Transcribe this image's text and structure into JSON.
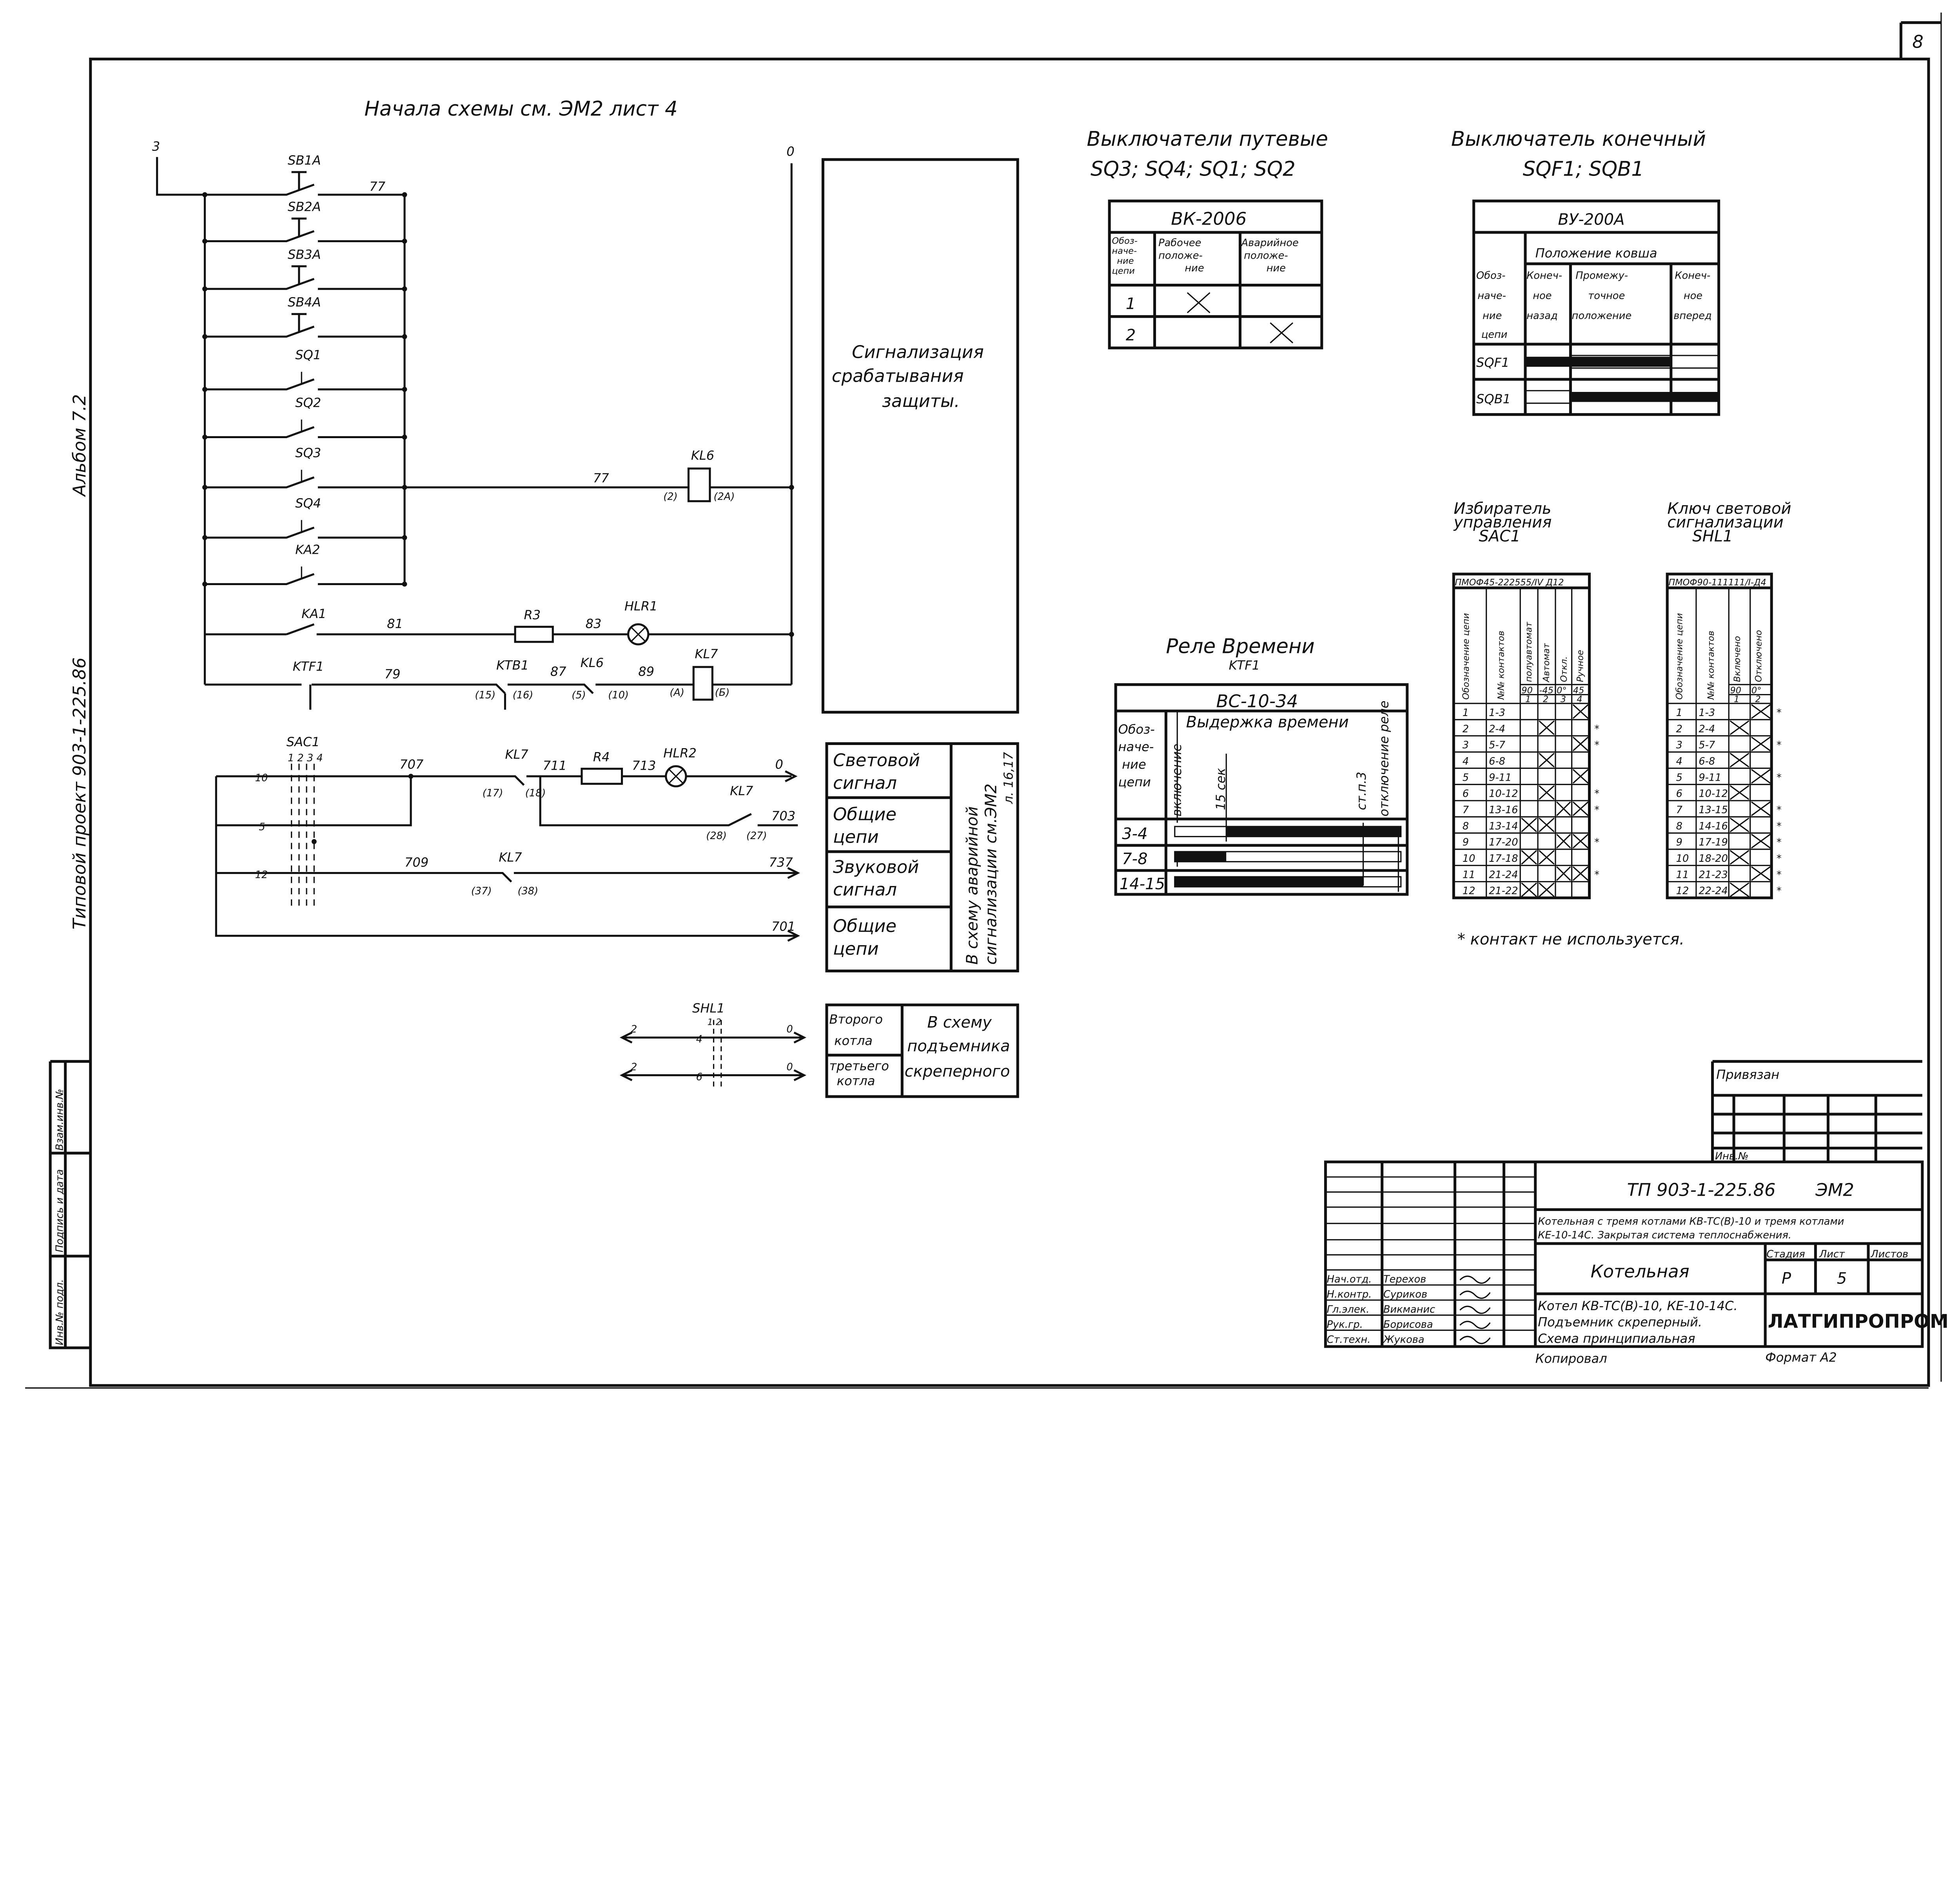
{
  "sheet_number": "8",
  "header_note": "Начала схемы см. ЭМ2 лист 4",
  "side_labels": {
    "album": "Альбом 7.2",
    "project": "Типовой проект 903-1-225.86"
  },
  "left_stamp": [
    "Инв.№ подл.",
    "Подпись и дата",
    "Взам.инв.№"
  ],
  "schematic": {
    "node_in": "3",
    "node_out": "0",
    "wire_77": "77",
    "wire_77b": "77",
    "rungs": [
      "SB1A",
      "SB2A",
      "SB3A",
      "SB4A",
      "SQ1",
      "SQ2",
      "SQ3",
      "SQ4",
      "KA2"
    ],
    "kl6_coil": {
      "label": "KL6",
      "pin_a": "(2)",
      "pin_b": "(2A)"
    },
    "ka1_row": {
      "contact": "KA1",
      "wire1": "81",
      "resistor": "R3",
      "wire2": "83",
      "lamp": "HLR1"
    },
    "ktf1_row": {
      "contact": "KTF1",
      "wire1": "79",
      "ktb1": "KTB1",
      "ktb1_a": "(15)",
      "ktb1_b": "(16)",
      "wire2": "87",
      "kl6": "KL6",
      "kl6_a": "(5)",
      "kl6_b": "(10)",
      "wire3": "89",
      "coil": "KL7",
      "coil_a": "(А)",
      "coil_b": "(Б)"
    },
    "sac1": {
      "label": "SAC1",
      "positions": "1 2 3 4",
      "pin10": "10",
      "pin5": "5",
      "pin12": "12"
    },
    "row10": {
      "wire1": "707",
      "kl7": "KL7",
      "kl7_a": "(17)",
      "kl7_b": "(18)",
      "wire2": "711",
      "resistor": "R4",
      "wire3": "713",
      "lamp": "HLR2",
      "out": "0"
    },
    "row5": {
      "kl7": "KL7",
      "kl7_a": "(28)",
      "kl7_b": "(27)",
      "out": "703"
    },
    "row12": {
      "wire1": "709",
      "kl7": "KL7",
      "kl7_a": "(37)",
      "kl7_b": "(38)",
      "out": "737"
    },
    "row_common": {
      "out": "701"
    },
    "shl1": {
      "label": "SHL1",
      "positions": "1 2",
      "pin4": "4",
      "pin6": "6",
      "left": "2",
      "right": "0",
      "left2": "2",
      "right2": "0"
    }
  },
  "protection_box": [
    "Сигнализация",
    "срабатывания",
    "защиты."
  ],
  "signal_box": {
    "rows": [
      [
        "Световой",
        "сигнал"
      ],
      [
        "Общие",
        "цепи"
      ],
      [
        "Звуковой",
        "сигнал"
      ],
      [
        "Общие",
        "цепи"
      ]
    ],
    "side": [
      "В схему аварийной",
      "сигнализации см.ЭМ2",
      "л. 16,17"
    ]
  },
  "boiler_box": {
    "rows": [
      [
        "Второго",
        "котла"
      ],
      [
        "третьего",
        "котла"
      ]
    ],
    "side": [
      "В схему",
      "подъемника",
      "скреперного"
    ]
  },
  "limit_switches": {
    "title": [
      "Выключатели путевые",
      "SQ3; SQ4; SQ1; SQ2"
    ],
    "model": "ВК-2006",
    "headers": [
      [
        "Обоз-",
        "наче-",
        "ние",
        "цепи"
      ],
      [
        "Рабочее",
        "положе-",
        "ние"
      ],
      [
        "Аварийное",
        "положе-",
        "ние"
      ]
    ],
    "rows": [
      {
        "id": "1",
        "marks": [
          true,
          false
        ]
      },
      {
        "id": "2",
        "marks": [
          false,
          true
        ]
      }
    ]
  },
  "end_switches": {
    "title": [
      "Выключатель конечный",
      "SQF1; SQB1"
    ],
    "model": "ВУ-200А",
    "group": "Положение ковша",
    "headers": [
      [
        "Обоз-",
        "наче-",
        "ние",
        "цепи"
      ],
      [
        "Конеч-",
        "ное",
        "назад"
      ],
      [
        "Промежу-",
        "точное",
        "положение"
      ],
      [
        "Конеч-",
        "ное",
        "вперед"
      ]
    ],
    "rows": [
      {
        "id": "SQF1",
        "closed": [
          true,
          true,
          false
        ]
      },
      {
        "id": "SQB1",
        "closed": [
          false,
          true,
          true
        ]
      }
    ]
  },
  "time_relay": {
    "title": [
      "Реле Времени",
      "KTF1"
    ],
    "model": "ВС-10-34",
    "col_header": [
      "Обоз-",
      "наче-",
      "ние",
      "цепи"
    ],
    "time_header": "Выдержка времени",
    "marks": [
      "включение",
      "15 сек",
      "ст.п.3",
      "отключение реле"
    ],
    "rows": [
      {
        "id": "3-4",
        "closed_from": "15 сек",
        "closed_to": "отключение реле"
      },
      {
        "id": "7-8",
        "closed_from": "включение",
        "closed_to": "15 сек"
      },
      {
        "id": "14-15",
        "closed_from": "включение",
        "closed_to": "ст.п.3"
      }
    ]
  },
  "sac1_table": {
    "title": [
      "Избиратель",
      "управления",
      "SAC1"
    ],
    "type": "ПМОФ45-222555/IV Д12",
    "headers": [
      "Обозначение цепи",
      "№№ контактов"
    ],
    "positions": [
      {
        "name": "полуавтомат",
        "angle": "90",
        "n": "1"
      },
      {
        "name": "Автомат",
        "angle": "-45",
        "n": "2"
      },
      {
        "name": "Откл.",
        "angle": "0°",
        "n": "3"
      },
      {
        "name": "Ручное",
        "angle": "45",
        "n": "4"
      }
    ],
    "rows": [
      {
        "id": "1",
        "contacts": "1-3",
        "x": [
          4
        ],
        "unused": false
      },
      {
        "id": "2",
        "contacts": "2-4",
        "x": [
          2
        ],
        "unused": true
      },
      {
        "id": "3",
        "contacts": "5-7",
        "x": [
          4
        ],
        "unused": true
      },
      {
        "id": "4",
        "contacts": "6-8",
        "x": [
          2
        ],
        "unused": false
      },
      {
        "id": "5",
        "contacts": "9-11",
        "x": [
          4
        ],
        "unused": false
      },
      {
        "id": "6",
        "contacts": "10-12",
        "x": [
          2
        ],
        "unused": true
      },
      {
        "id": "7",
        "contacts": "13-16",
        "x": [
          3,
          4
        ],
        "unused": true
      },
      {
        "id": "8",
        "contacts": "13-14",
        "x": [
          1,
          2
        ],
        "unused": false
      },
      {
        "id": "9",
        "contacts": "17-20",
        "x": [
          3,
          4
        ],
        "unused": true
      },
      {
        "id": "10",
        "contacts": "17-18",
        "x": [
          1,
          2
        ],
        "unused": false
      },
      {
        "id": "11",
        "contacts": "21-24",
        "x": [
          3,
          4
        ],
        "unused": true
      },
      {
        "id": "12",
        "contacts": "21-22",
        "x": [
          1,
          2
        ],
        "unused": false
      }
    ]
  },
  "shl1_table": {
    "title": [
      "Ключ световой",
      "сигнализации",
      "SHL1"
    ],
    "type": "ПМОФ90-111111/I-Д4",
    "headers": [
      "Обозначение цепи",
      "№№ контактов"
    ],
    "positions": [
      {
        "name": "Включено",
        "angle": "90",
        "n": "1"
      },
      {
        "name": "Отключено",
        "angle": "0°",
        "n": "2"
      }
    ],
    "rows": [
      {
        "id": "1",
        "contacts": "1-3",
        "x": [
          2
        ],
        "unused": true
      },
      {
        "id": "2",
        "contacts": "2-4",
        "x": [
          1
        ],
        "unused": false
      },
      {
        "id": "3",
        "contacts": "5-7",
        "x": [
          2
        ],
        "unused": true
      },
      {
        "id": "4",
        "contacts": "6-8",
        "x": [
          1
        ],
        "unused": false
      },
      {
        "id": "5",
        "contacts": "9-11",
        "x": [
          2
        ],
        "unused": true
      },
      {
        "id": "6",
        "contacts": "10-12",
        "x": [
          1
        ],
        "unused": false
      },
      {
        "id": "7",
        "contacts": "13-15",
        "x": [
          2
        ],
        "unused": true
      },
      {
        "id": "8",
        "contacts": "14-16",
        "x": [
          1
        ],
        "unused": true
      },
      {
        "id": "9",
        "contacts": "17-19",
        "x": [
          2
        ],
        "unused": true
      },
      {
        "id": "10",
        "contacts": "18-20",
        "x": [
          1
        ],
        "unused": true
      },
      {
        "id": "11",
        "contacts": "21-23",
        "x": [
          2
        ],
        "unused": true
      },
      {
        "id": "12",
        "contacts": "22-24",
        "x": [
          1
        ],
        "unused": true
      }
    ]
  },
  "unused_mark": "*",
  "footnote": "* контакт не используется.",
  "binding_block": {
    "label": "Привязан",
    "inv": "Инв.№"
  },
  "title_block": {
    "doc_code": "ТП 903-1-225.86",
    "sheet_code": "ЭМ2",
    "description": [
      "Котельная с тремя котлами КВ-ТС(В)-10 и тремя котлами",
      "КЕ-10-14С. Закрытая система теплоснабжения."
    ],
    "object": "Котельная",
    "stage_label": "Стадия",
    "sheet_label": "Лист",
    "sheets_label": "Листов",
    "stage": "Р",
    "sheet": "5",
    "drawing_title": [
      "Котел КВ-ТС(В)-10, КЕ-10-14С.",
      "Подъемник скреперный.",
      "Схема принципиальная"
    ],
    "organization": "ЛАТГИПРОПРОМ",
    "signatures": [
      {
        "role": "Нач.отд.",
        "name": "Терехов"
      },
      {
        "role": "Н.контр.",
        "name": "Суриков"
      },
      {
        "role": "Гл.элек.",
        "name": "Викманис"
      },
      {
        "role": "Рук.гр.",
        "name": "Борисова"
      },
      {
        "role": "Ст.техн.",
        "name": "Жукова"
      }
    ],
    "copied": "Копировал",
    "format": "Формат А2"
  }
}
